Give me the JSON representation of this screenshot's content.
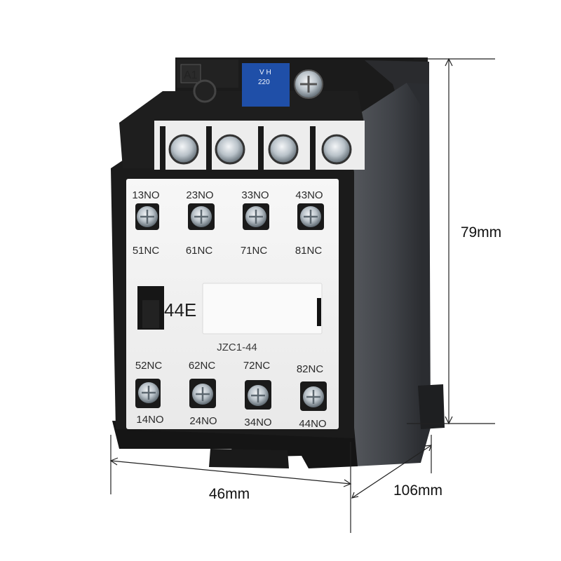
{
  "coil_terminal_label": "A1",
  "coil_rating_text": "V H",
  "coil_rating_sub": "220",
  "model_badge": "44E",
  "model_name": "JZC1-44",
  "top_terminals": {
    "upper_labels": [
      "13NO",
      "23NO",
      "33NO",
      "43NO"
    ],
    "lower_labels": [
      "51NC",
      "61NC",
      "71NC",
      "81NC"
    ]
  },
  "bottom_terminals": {
    "upper_labels": [
      "52NC",
      "62NC",
      "72NC",
      "82NC"
    ],
    "lower_labels": [
      "14NO",
      "24NO",
      "34NO",
      "44NO"
    ]
  },
  "dimensions": {
    "height": "79mm",
    "width": "46mm",
    "depth": "106mm"
  },
  "colors": {
    "body_black": "#1b1b1b",
    "side_grey": "#4a4c50",
    "face_white": "#f3f3f3",
    "coil_blue": "#1f4fa8"
  }
}
